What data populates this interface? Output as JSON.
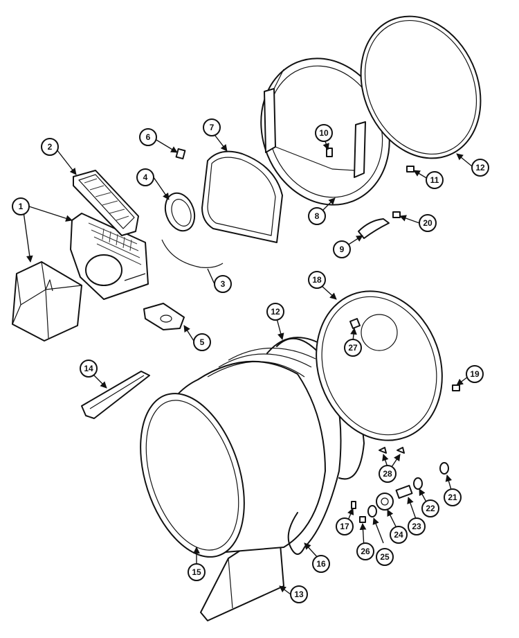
{
  "diagram": {
    "type": "exploded-parts-diagram",
    "callouts": [
      "1",
      "2",
      "3",
      "4",
      "5",
      "6",
      "7",
      "8",
      "9",
      "10",
      "11",
      "12",
      "12",
      "13",
      "14",
      "15",
      "16",
      "17",
      "18",
      "19",
      "20",
      "21",
      "22",
      "23",
      "24",
      "25",
      "26",
      "27",
      "28"
    ]
  }
}
